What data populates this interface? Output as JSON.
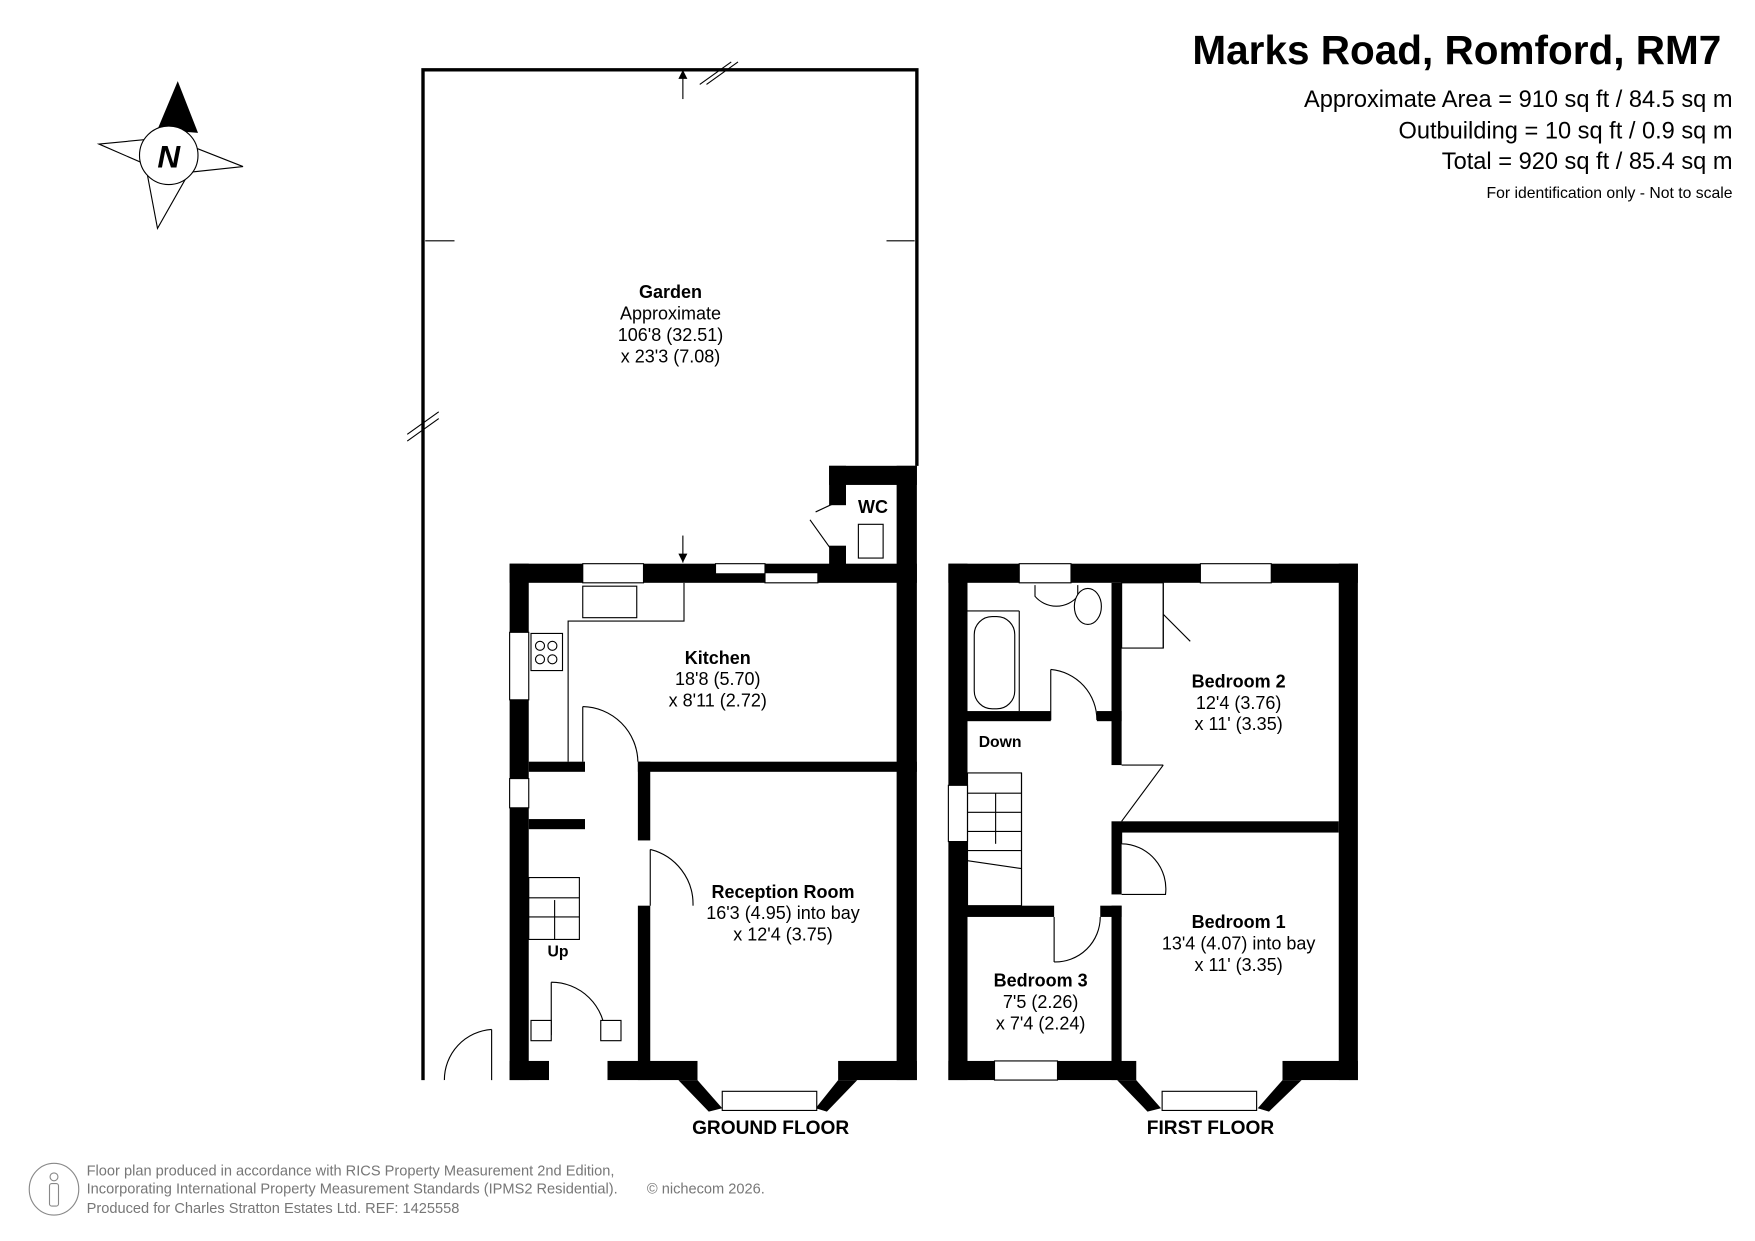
{
  "header": {
    "title": "Marks Road, Romford, RM7",
    "area": "Approximate Area = 910 sq ft / 84.5 sq m",
    "outbuilding": "Outbuilding = 10 sq ft / 0.9 sq m",
    "total": "Total = 920 sq ft / 85.4 sq m",
    "disclaimer": "For identification only - Not to scale"
  },
  "compass": {
    "label": "N"
  },
  "ground_floor": {
    "label": "GROUND FLOOR",
    "garden": {
      "name": "Garden",
      "l1": "Approximate",
      "l2": "106'8 (32.51)",
      "l3": "x 23'3 (7.08)"
    },
    "wc": "WC",
    "kitchen": {
      "name": "Kitchen",
      "l1": "18'8 (5.70)",
      "l2": "x 8'11 (2.72)"
    },
    "reception": {
      "name": "Reception Room",
      "l1": "16'3 (4.95) into bay",
      "l2": "x 12'4 (3.75)"
    },
    "stairs": "Up"
  },
  "first_floor": {
    "label": "FIRST FLOOR",
    "bedroom1": {
      "name": "Bedroom 1",
      "l1": "13'4 (4.07) into bay",
      "l2": "x 11' (3.35)"
    },
    "bedroom2": {
      "name": "Bedroom 2",
      "l1": "12'4 (3.76)",
      "l2": "x 11' (3.35)"
    },
    "bedroom3": {
      "name": "Bedroom 3",
      "l1": "7'5 (2.26)",
      "l2": "x 7'4 (2.24)"
    },
    "stairs": "Down"
  },
  "footer": {
    "line1": "Floor plan produced in accordance with RICS Property Measurement 2nd Edition,",
    "line2": "Incorporating International Property Measurement Standards (IPMS2 Residential).",
    "copyright": "© nichecom 2026.",
    "line3": "Produced for Charles Stratton Estates Ltd.   REF: 1425558"
  }
}
